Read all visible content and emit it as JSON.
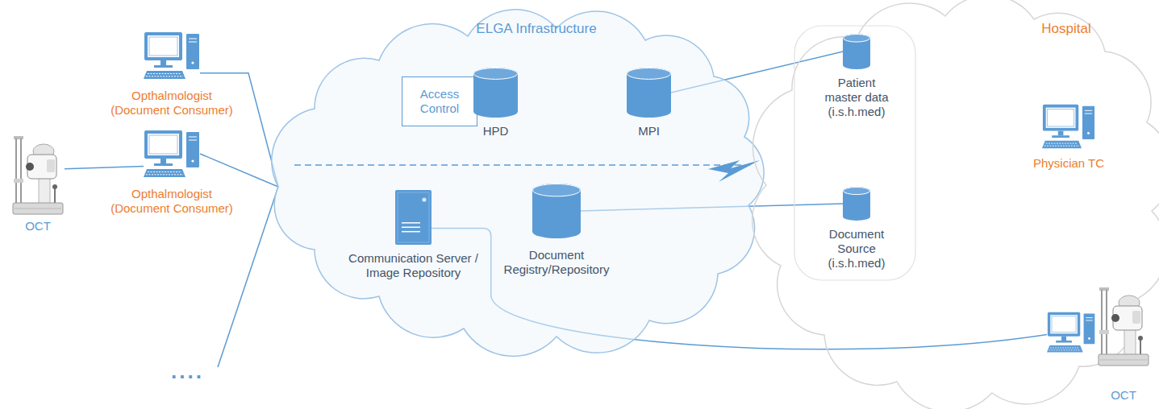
{
  "diagram": {
    "nodes": [
      {
        "text": [
          "Opthalmologist (Document Consumer)"
        ]
      },
      {
        "text": [
          "Opthalmologist (Document Consumer)"
        ]
      },
      {
        "text": [
          "OCT"
        ]
      },
      {
        "text": [
          "ELGA Infrastructure"
        ]
      },
      {
        "text": [
          "Access Control"
        ],
        "in": 3
      },
      {
        "text": [
          "HPD"
        ],
        "in": 3
      },
      {
        "text": [
          "MPI"
        ],
        "in": 3
      },
      {
        "text": [
          "Communication Server / Image Repository"
        ],
        "in": 3
      },
      {
        "text": [
          "Document Registry/Repository"
        ],
        "in": 3
      },
      {
        "text": [
          "Hospital"
        ]
      },
      {
        "text": [
          "Patient master data (i.s.h.med)"
        ],
        "in": 9
      },
      {
        "text": [
          "Physician TC"
        ],
        "in": 9
      },
      {
        "text": [
          "Document Source (i.s.h.med)"
        ],
        "in": 9
      },
      {
        "text": [
          "OCT"
        ],
        "in": 9
      }
    ],
    "edges": [
      {
        "from": 0,
        "to": 3,
        "arrow": "none"
      },
      {
        "from": 1,
        "to": 3,
        "arrow": "none"
      },
      {
        "from": 2,
        "to": 1,
        "arrow": "none"
      },
      {
        "from": 6,
        "to": 10,
        "arrow": "none"
      },
      {
        "from": 8,
        "to": 12,
        "arrow": "none"
      },
      {
        "from": 7,
        "to": 13,
        "arrow": "none"
      }
    ],
    "labels": [
      "...."
    ]
  }
}
